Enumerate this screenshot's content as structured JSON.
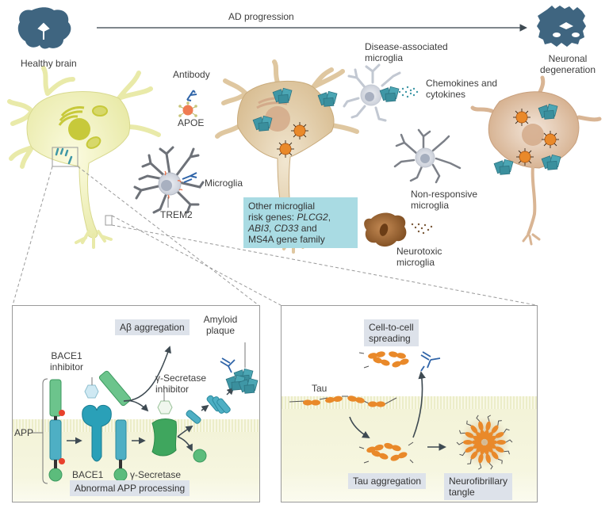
{
  "header": {
    "progression_label": "AD progression",
    "start_label": "Healthy brain",
    "end_label": [
      "Neuronal",
      "degeneration"
    ]
  },
  "top_labels": {
    "antibody": "Antibody",
    "apoe": "APOE",
    "microglia": "Microglia",
    "trem2": "TREM2",
    "disease_associated": [
      "Disease-associated",
      "microglia"
    ],
    "chemokines": [
      "Chemokines and",
      "cytokines"
    ],
    "non_responsive": [
      "Non-responsive",
      "microglia"
    ],
    "neurotoxic": [
      "Neurotoxic",
      "microglia"
    ]
  },
  "risk_box": {
    "line1": "Other microglial",
    "line2_prefix": "risk genes: ",
    "gene1": "PLCG2",
    "line2_suffix": ",",
    "gene2": "ABI3",
    "sep": ", ",
    "gene3": "CD33",
    "line3_suffix": " and",
    "line4": "MS4A gene family"
  },
  "left_panel": {
    "tag_top": "Aβ aggregation",
    "amyloid_plaque": [
      "Amyloid",
      "plaque"
    ],
    "bace1_inhibitor": [
      "BACE1",
      "inhibitor"
    ],
    "gamma_inhibitor": [
      "γ-Secretase",
      "inhibitor"
    ],
    "app": "APP",
    "bace1": "BACE1",
    "gamma_secretase": "γ-Secretase",
    "tag_bottom": "Abnormal APP processing"
  },
  "right_panel": {
    "tag_top": [
      "Cell-to-cell",
      "spreading"
    ],
    "tau": "Tau",
    "tag_aggregation": "Tau aggregation",
    "tag_tangle": [
      "Neurofibrillary",
      "tangle"
    ]
  },
  "colors": {
    "brain": "#3f6580",
    "healthy_neuron": "#efefb8",
    "organelle": "#c7c93a",
    "diseased_neuron": "#dfc7a0",
    "late_neuron": "#d9b594",
    "amyloid": "#3f97a6",
    "tau": "#e9892a",
    "microglia_fill": "#c9ced9",
    "microglia_stroke": "#6d7178",
    "apoe": "#ef7b52",
    "antibody": "#2f64a8",
    "risk_box": "#a9dbe3",
    "tag_bg": "#dde2ea",
    "membrane": "#ecedc9",
    "neurotoxic": "#8a5628"
  }
}
